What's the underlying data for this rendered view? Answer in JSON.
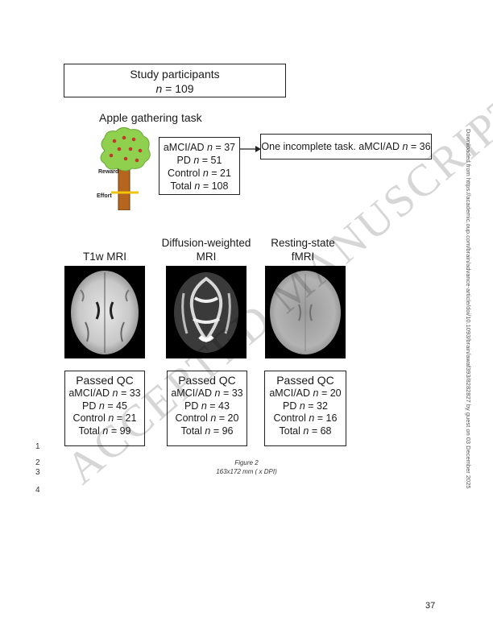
{
  "participants": {
    "title": "Study participants",
    "n_label": "n",
    "n_value": "= 109"
  },
  "apple_task": {
    "title": "Apple gathering task",
    "reward_label": "Reward",
    "effort_label": "Effort",
    "lines": [
      {
        "pre": "aMCI/AD ",
        "n": "n",
        "post": " = 37"
      },
      {
        "pre": "PD ",
        "n": "n",
        "post": " = 51"
      },
      {
        "pre": "Control ",
        "n": "n",
        "post": " = 21"
      },
      {
        "pre": "Total ",
        "n": "n",
        "post": " = 108"
      }
    ]
  },
  "incomplete": {
    "pre": "One incomplete task. aMCI/AD ",
    "n": "n",
    "post": " = 36"
  },
  "modalities": [
    {
      "title_lines": [
        "T1w MRI"
      ],
      "qc_title": "Passed QC",
      "lines": [
        {
          "pre": "aMCI/AD ",
          "n": "n",
          "post": " = 33"
        },
        {
          "pre": "PD ",
          "n": "n",
          "post": " = 45"
        },
        {
          "pre": "Control ",
          "n": "n",
          "post": " = 21"
        },
        {
          "pre": "Total ",
          "n": "n",
          "post": " = 99"
        }
      ]
    },
    {
      "title_lines": [
        "Diffusion-weighted",
        "MRI"
      ],
      "qc_title": "Passed QC",
      "lines": [
        {
          "pre": "aMCI/AD ",
          "n": "n",
          "post": " = 33"
        },
        {
          "pre": "PD ",
          "n": "n",
          "post": " = 43"
        },
        {
          "pre": "Control ",
          "n": "n",
          "post": " = 20"
        },
        {
          "pre": "Total ",
          "n": "n",
          "post": " = 96"
        }
      ]
    },
    {
      "title_lines": [
        "Resting-state",
        "fMRI"
      ],
      "qc_title": "Passed QC",
      "lines": [
        {
          "pre": "aMCI/AD ",
          "n": "n",
          "post": " = 20"
        },
        {
          "pre": "PD ",
          "n": "n",
          "post": " = 32"
        },
        {
          "pre": "Control ",
          "n": "n",
          "post": " = 16"
        },
        {
          "pre": "Total ",
          "n": "n",
          "post": " = 68"
        }
      ]
    }
  ],
  "line_numbers": [
    "1",
    "2",
    "3",
    "4"
  ],
  "caption": {
    "title": "Figure 2",
    "sub": "163x172 mm ( x DPI)"
  },
  "side_note": "Downloaded from https://academic.oup.com/brain/advance-article/doi/10.1093/brain/awaf393/8282827 by guest on 03 December 2025",
  "watermark": "ACCEPTED MANUSCRIPT",
  "page_number": "37"
}
